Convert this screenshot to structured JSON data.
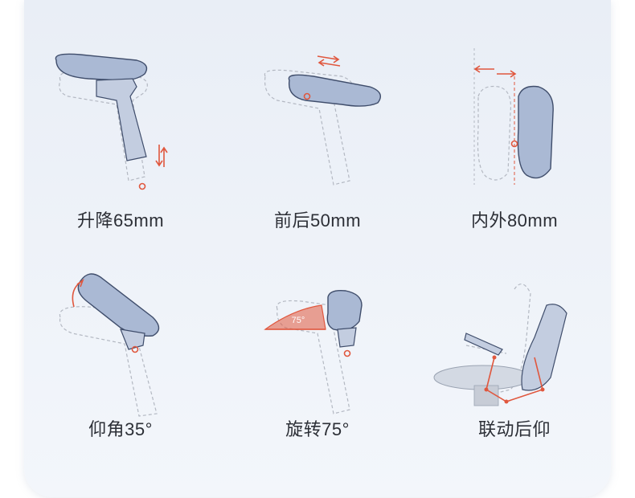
{
  "features": [
    {
      "label": "升降65mm",
      "icon": "height-adjust-icon"
    },
    {
      "label": "前后50mm",
      "icon": "depth-adjust-icon"
    },
    {
      "label": "内外80mm",
      "icon": "width-adjust-icon"
    },
    {
      "label": "仰角35°",
      "icon": "tilt-angle-icon"
    },
    {
      "label": "旋转75°",
      "icon": "rotation-icon"
    },
    {
      "label": "联动后仰",
      "icon": "recline-linkage-icon"
    }
  ],
  "rotation_badge": "75°",
  "colors": {
    "armrest_fill": "#aab9d4",
    "armrest_stroke": "#3f4d6b",
    "accent": "#e0573e",
    "label_text": "#2c2f36"
  }
}
